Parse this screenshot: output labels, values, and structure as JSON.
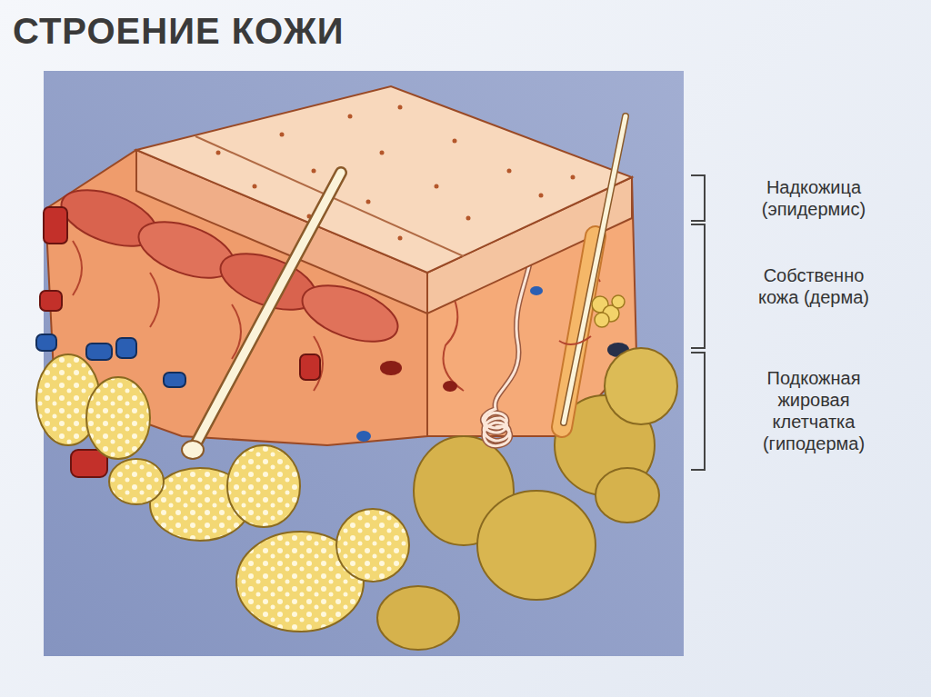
{
  "diagram": {
    "title": "СТРОЕНИЕ КОЖИ",
    "labels": [
      "Надкожица (эпидермис)",
      "Собственно кожа (дерма)",
      "Подкожная жировая клетчатка (гиподерма)"
    ]
  }
}
